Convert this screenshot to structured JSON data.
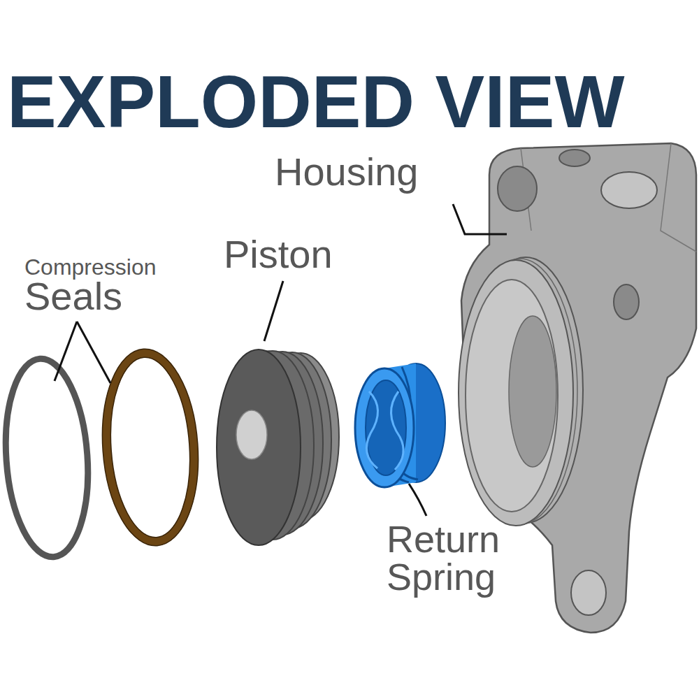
{
  "diagram": {
    "title": "EXPLODED VIEW",
    "labels": [
      "Housing",
      "Piston",
      "Compression",
      "Seals",
      "Return Spring"
    ]
  }
}
